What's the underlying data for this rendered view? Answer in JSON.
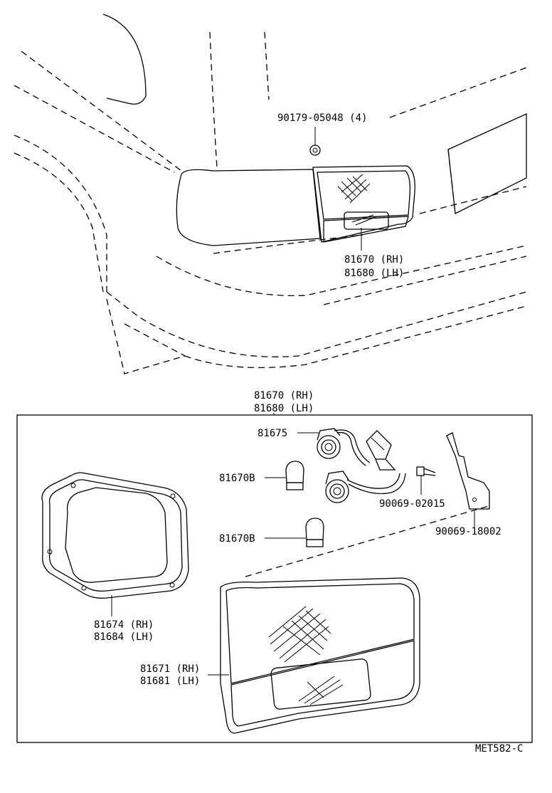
{
  "diagram": {
    "top_callouts": {
      "nut": "90179-05048 (4)",
      "lamp_rh": "81670 (RH)",
      "lamp_lh": "81680 (LH)"
    },
    "box_title": {
      "rh": "81670 (RH)",
      "lh": "81680 (LH)"
    },
    "parts": {
      "socket": "81675",
      "bulb_a": "81670B",
      "bulb_b": "81670B",
      "screw": "90069-02015",
      "bracket": "90069-18002",
      "gasket_rh": "81674 (RH)",
      "gasket_lh": "81684 (LH)",
      "lens_rh": "81671 (RH)",
      "lens_lh": "81681 (LH)"
    },
    "figure_code": "MET582-C"
  }
}
